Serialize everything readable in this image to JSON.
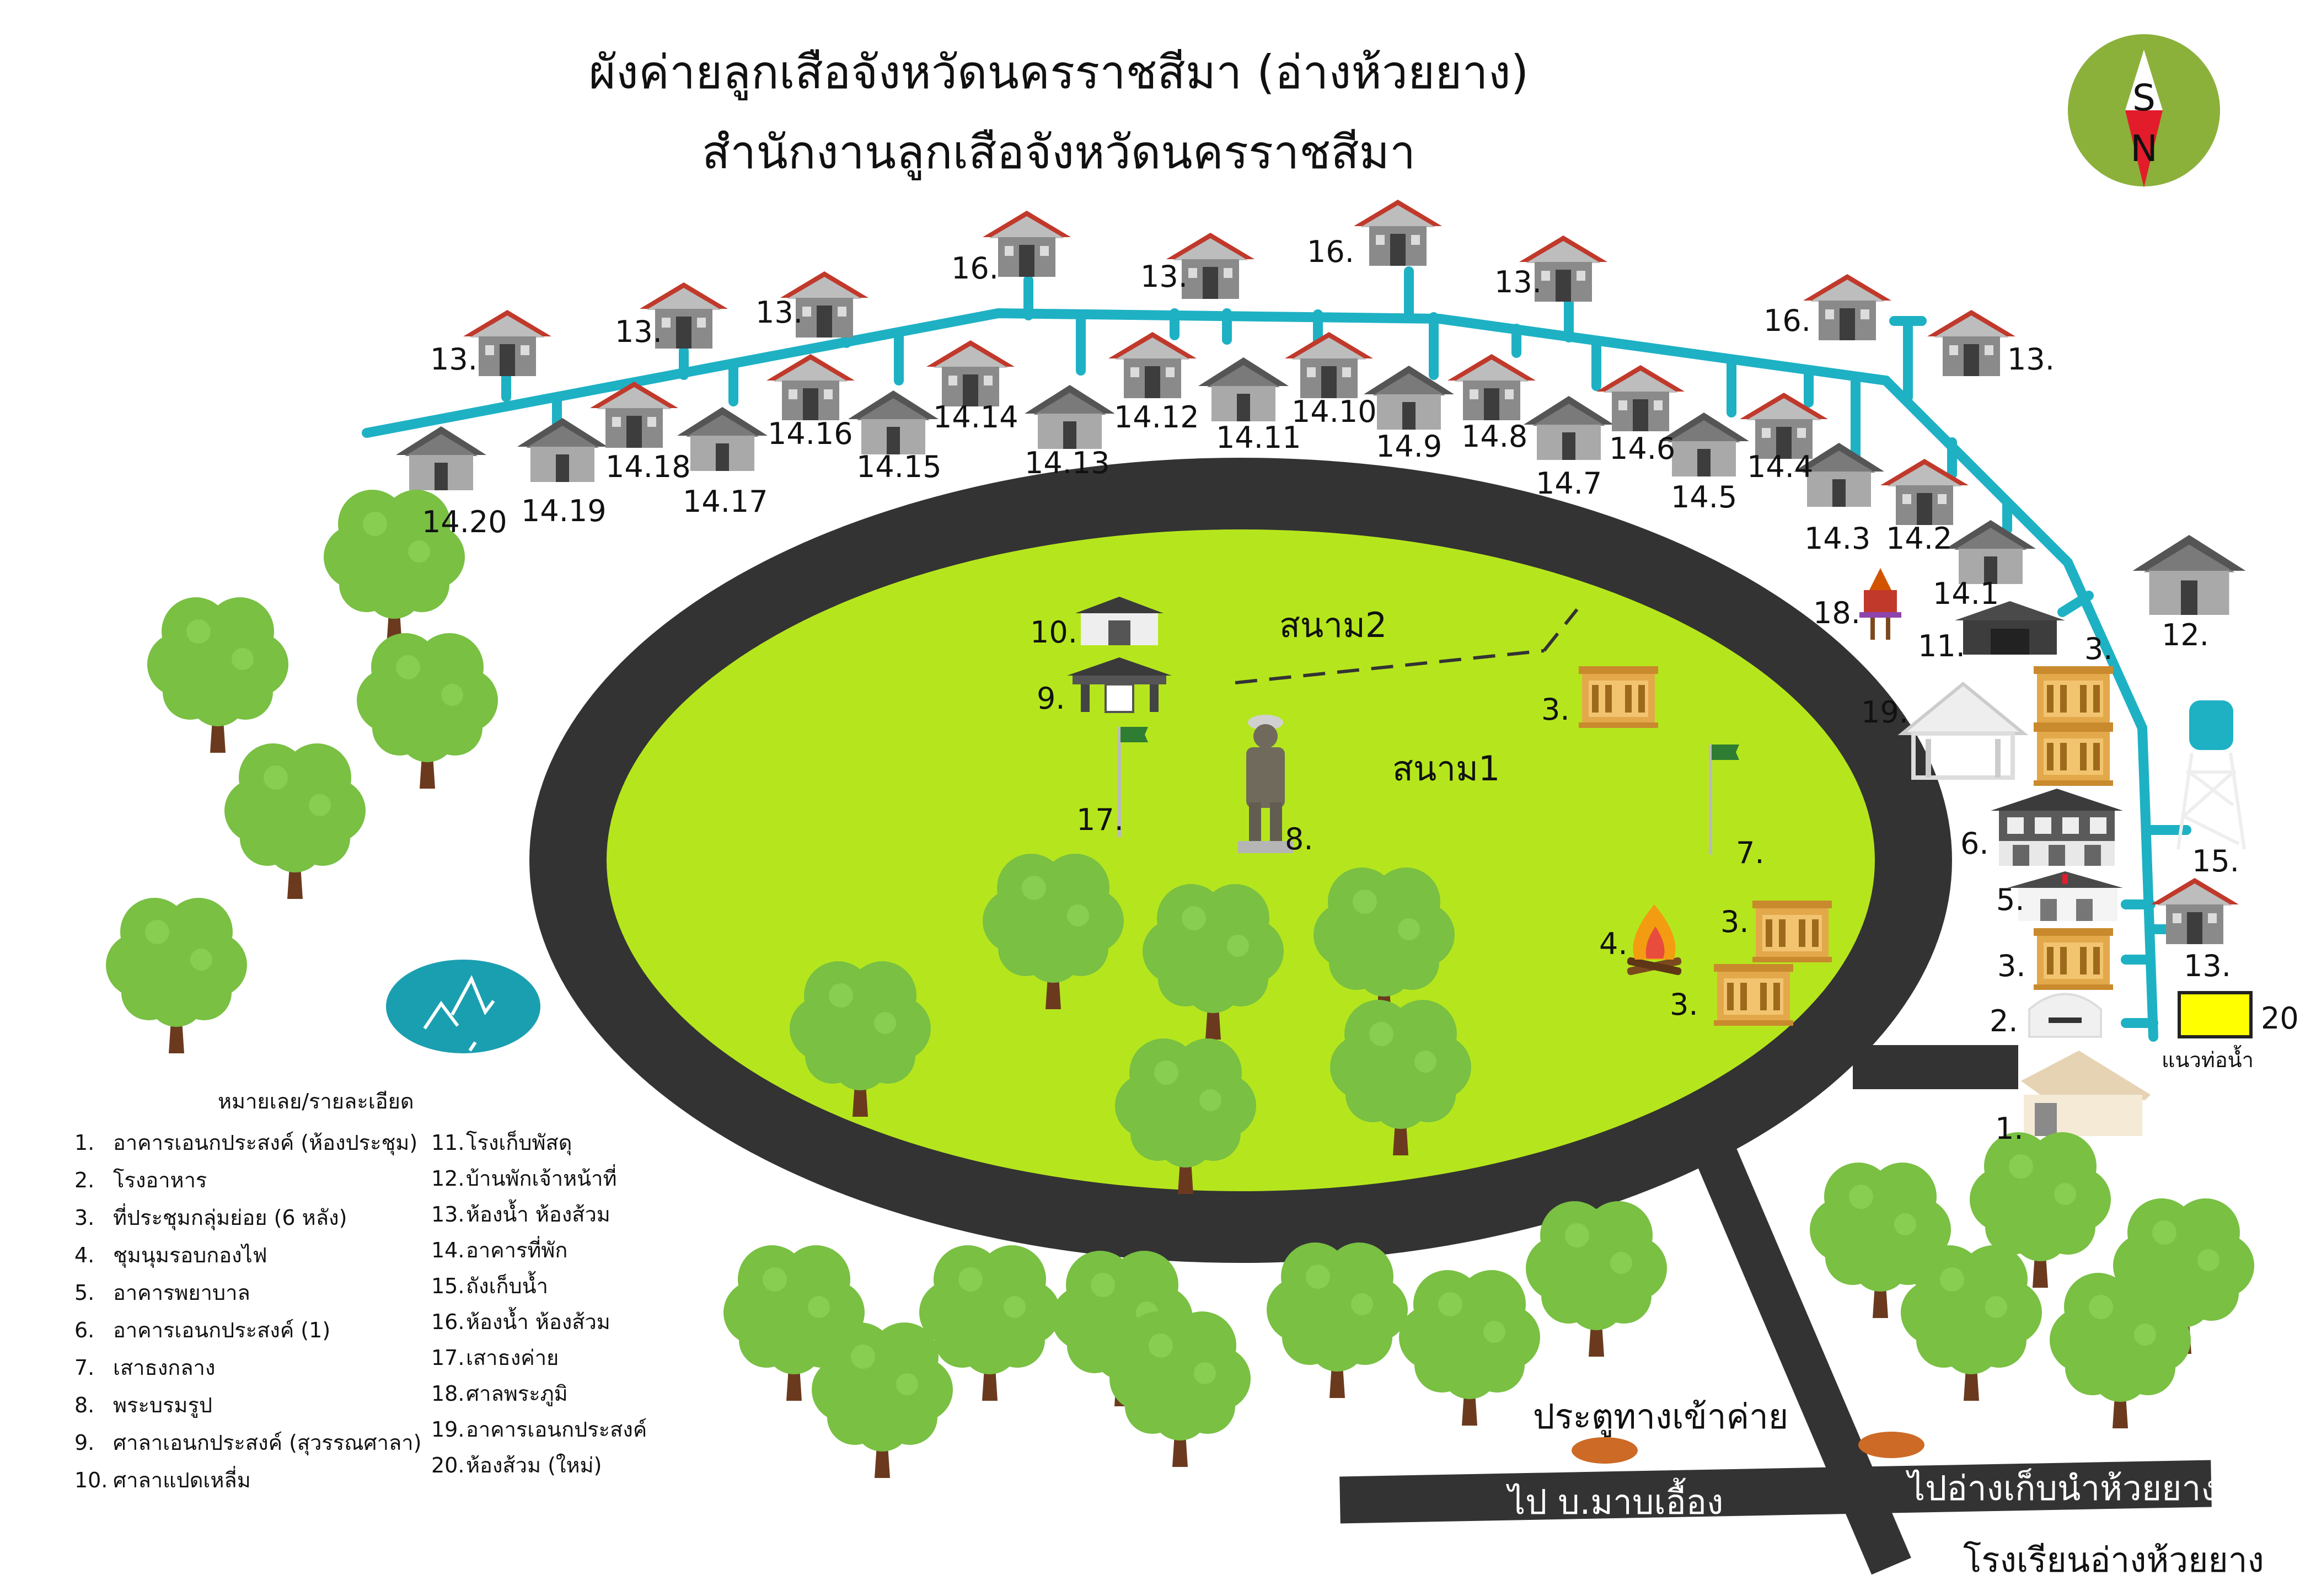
{
  "title": {
    "line1": "ผังค่ายลูกเสือจังหวัดนครราชสีมา (อ่างห้วยยาง)",
    "line2": "สำนักงานลูกเสือจังหวัดนครราชสีมา"
  },
  "compass": {
    "top": "S",
    "bottom": "N"
  },
  "fields": {
    "field1": "สนาม1",
    "field2": "สนาม2"
  },
  "map_labels": {
    "l13": "13.",
    "l16": "16.",
    "l12": "12.",
    "l11": "11.",
    "l10": "10.",
    "l9": "9.",
    "l8": "8.",
    "l7": "7.",
    "l6": "6.",
    "l5": "5.",
    "l4": "4.",
    "l3": "3.",
    "l2": "2.",
    "l1": "1.",
    "l15": "15.",
    "l17": "17.",
    "l18": "18.",
    "l19": "19.",
    "l20": "20.",
    "h14_1": "14.1",
    "h14_2": "14.2",
    "h14_3": "14.3",
    "h14_4": "14.4",
    "h14_5": "14.5",
    "h14_6": "14.6",
    "h14_7": "14.7",
    "h14_8": "14.8",
    "h14_9": "14.9",
    "h14_10": "14.10",
    "h14_11": "14.11",
    "h14_12": "14.12",
    "h14_13": "14.13",
    "h14_14": "14.14",
    "h14_15": "14.15",
    "h14_16": "14.16",
    "h14_17": "14.17",
    "h14_18": "14.18",
    "h14_19": "14.19",
    "h14_20": "14.20"
  },
  "pipeline_label": "แนวท่อน้ำ",
  "roads": {
    "entrance": "ประตูทางเข้าค่าย",
    "to_mabueang": "ไป บ.มาบเอื้อง",
    "to_reservoir": "ไปอ่างเก็บนำห้วยยาง",
    "school": "โรงเรียนอ่างห้วยยาง"
  },
  "legend": {
    "title": "หมายเลย/รายละเอียด",
    "left": [
      {
        "num": "1.",
        "text": "อาคารเอนกประสงค์ (ห้องประชุม)"
      },
      {
        "num": "2.",
        "text": "โรงอาหาร"
      },
      {
        "num": "3.",
        "text": "ที่ประชุมกลุ่มย่อย (6 หลัง)"
      },
      {
        "num": "4.",
        "text": "ชุมนุมรอบกองไฟ"
      },
      {
        "num": "5.",
        "text": "อาคารพยาบาล"
      },
      {
        "num": "6.",
        "text": "อาคารเอนกประสงค์ (1)"
      },
      {
        "num": "7.",
        "text": "เสาธงกลาง"
      },
      {
        "num": "8.",
        "text": "พระบรมรูป"
      },
      {
        "num": "9.",
        "text": "ศาลาเอนกประสงค์ (สุวรรณศาลา)"
      },
      {
        "num": "10.",
        "text": "ศาลาแปดเหลี่ม"
      }
    ],
    "right": [
      {
        "num": "11.",
        "text": "โรงเก็บพัสดุ"
      },
      {
        "num": "12.",
        "text": "บ้านพักเจ้าหน้าที่"
      },
      {
        "num": "13.",
        "text": "ห้องน้ำ ห้องส้วม"
      },
      {
        "num": "14.",
        "text": "อาคารที่พัก"
      },
      {
        "num": "15.",
        "text": "ถังเก็บน้ำ"
      },
      {
        "num": "16.",
        "text": "ห้องน้ำ ห้องส้วม"
      },
      {
        "num": "17.",
        "text": "เสาธงค่าย"
      },
      {
        "num": "18.",
        "text": "ศาลพระภูมิ"
      },
      {
        "num": "19.",
        "text": "อาคารเอนกประสงค์"
      },
      {
        "num": "20.",
        "text": "ห้องส้วม (ใหม่)"
      }
    ]
  },
  "colors": {
    "field": "#b5e61d",
    "track": "#333333",
    "pipe": "#1eb1c4",
    "tree": "#79c043",
    "trunk": "#6b3a1e",
    "lake": "#1a9fb0",
    "compass_bg": "#8bb13b",
    "compass_needle": "#e31c2b",
    "toilet20": "#ffff00",
    "gate": "#cc6a26",
    "house_wall": "#8a8a8a",
    "roof_red": "#c0392b",
    "roof_dark": "#555555",
    "meeting_hall": "#e3a84a"
  }
}
